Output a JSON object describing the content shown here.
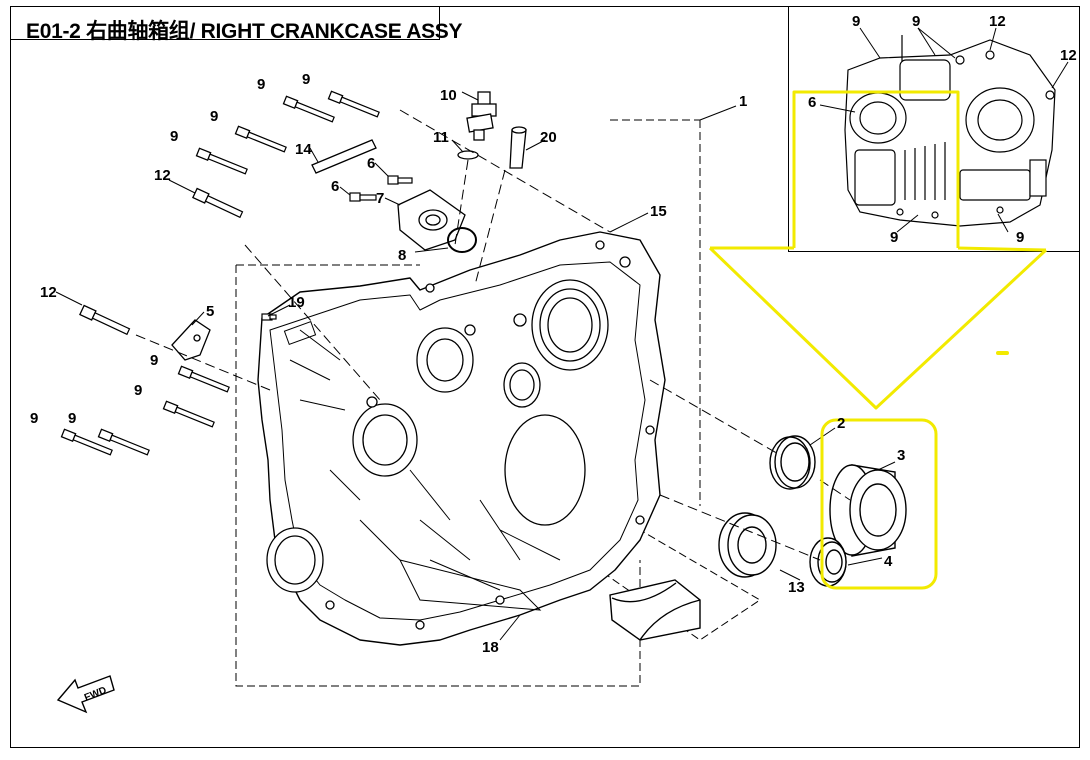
{
  "diagram": {
    "title": "E01-2 右曲轴箱组/ RIGHT CRANKCASE ASSY",
    "fwd_label": "FWD",
    "highlight_color": "#f2ea00",
    "callouts": {
      "c1": "1",
      "c2": "2",
      "c3": "3",
      "c4": "4",
      "c5": "5",
      "c6a": "6",
      "c6b": "6",
      "c7": "7",
      "c8": "8",
      "c9a": "9",
      "c9b": "9",
      "c9c": "9",
      "c9d": "9",
      "c9e": "9",
      "c9f": "9",
      "c9g": "9",
      "c9h": "9",
      "c10": "10",
      "c11": "11",
      "c12a": "12",
      "c12b": "12",
      "c13": "13",
      "c14": "14",
      "c15": "15",
      "c18": "18",
      "c19": "19",
      "c20": "20"
    },
    "inset_callouts": {
      "i9a": "9",
      "i9b": "9",
      "i9c": "9",
      "i9d": "9",
      "i6": "6",
      "i12a": "12",
      "i12b": "12"
    }
  }
}
